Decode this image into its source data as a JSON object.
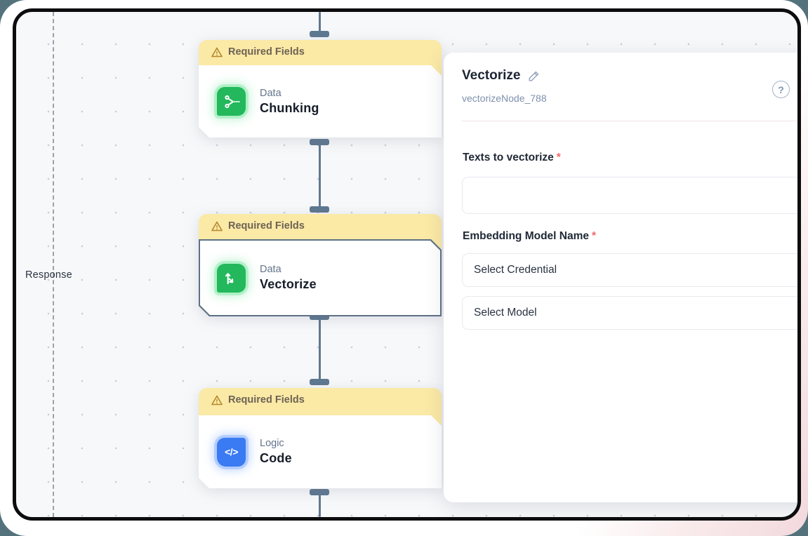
{
  "canvas": {
    "response_label": "Response"
  },
  "nodes": [
    {
      "warning": "Required Fields",
      "category": "Data",
      "title": "Chunking",
      "icon": "chunking-icon",
      "selected": false
    },
    {
      "warning": "Required Fields",
      "category": "Data",
      "title": "Vectorize",
      "icon": "vectorize-icon",
      "selected": true
    },
    {
      "warning": "Required Fields",
      "category": "Logic",
      "title": "Code",
      "icon": "code-icon",
      "selected": false
    }
  ],
  "code_icon_glyph": "</>",
  "panel": {
    "title": "Vectorize",
    "node_id": "vectorizeNode_788",
    "help_glyph": "?",
    "required_marker": "*",
    "field1_label": "Texts to vectorize",
    "field1_value": "",
    "field2_label": "Embedding Model Name",
    "select_credential_text": "Select Credential",
    "select_model_text": "Select Model"
  },
  "colors": {
    "node_green": "#22b85b",
    "node_blue": "#3a7af2",
    "banner_yellow": "#fbe9a6",
    "banner_text": "#6d6353",
    "selected_border": "#5d7186",
    "connector": "#5f7891",
    "canvas_bg": "#f7f8fa",
    "backdrop_teal": "#53727c",
    "backdrop_pink": "#f2d8dc",
    "required_red": "#ef6a6a"
  }
}
